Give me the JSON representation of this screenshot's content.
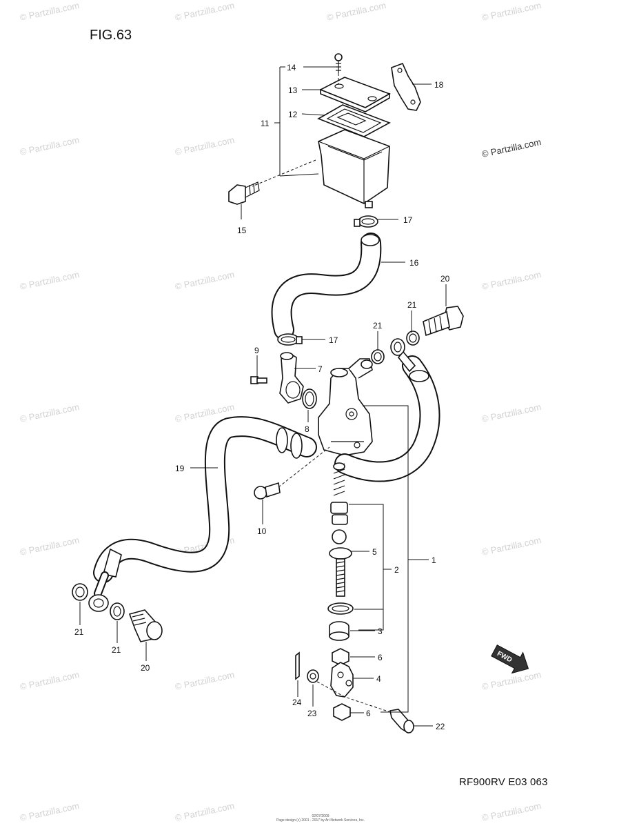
{
  "figure_title": "FIG.63",
  "footer_code": "RF900RV E03  063",
  "fine_print": {
    "line1": "02/07/2009",
    "line2": "Page design (c) 2001 - 2017 by Ari Network Services, Inc."
  },
  "watermark_main": "© Partzilla.com",
  "watermark_repeat": "© Partzilla.com",
  "fwd_label": "FWD",
  "callouts": [
    {
      "id": "c14",
      "label": "14"
    },
    {
      "id": "c13",
      "label": "13"
    },
    {
      "id": "c12",
      "label": "12"
    },
    {
      "id": "c11",
      "label": "11"
    },
    {
      "id": "c18",
      "label": "18"
    },
    {
      "id": "c15",
      "label": "15"
    },
    {
      "id": "c17a",
      "label": "17"
    },
    {
      "id": "c16",
      "label": "16"
    },
    {
      "id": "c20a",
      "label": "20"
    },
    {
      "id": "c21a",
      "label": "21"
    },
    {
      "id": "c21b",
      "label": "21"
    },
    {
      "id": "c17b",
      "label": "17"
    },
    {
      "id": "c9",
      "label": "9"
    },
    {
      "id": "c7",
      "label": "7"
    },
    {
      "id": "c8",
      "label": "8"
    },
    {
      "id": "c19",
      "label": "19"
    },
    {
      "id": "c10",
      "label": "10"
    },
    {
      "id": "c5",
      "label": "5"
    },
    {
      "id": "c2",
      "label": "2"
    },
    {
      "id": "c1",
      "label": "1"
    },
    {
      "id": "c3",
      "label": "3"
    },
    {
      "id": "c21c",
      "label": "21"
    },
    {
      "id": "c21d",
      "label": "21"
    },
    {
      "id": "c20b",
      "label": "20"
    },
    {
      "id": "c6a",
      "label": "6"
    },
    {
      "id": "c4",
      "label": "4"
    },
    {
      "id": "c24",
      "label": "24"
    },
    {
      "id": "c23",
      "label": "23"
    },
    {
      "id": "c6b",
      "label": "6"
    },
    {
      "id": "c22",
      "label": "22"
    }
  ]
}
